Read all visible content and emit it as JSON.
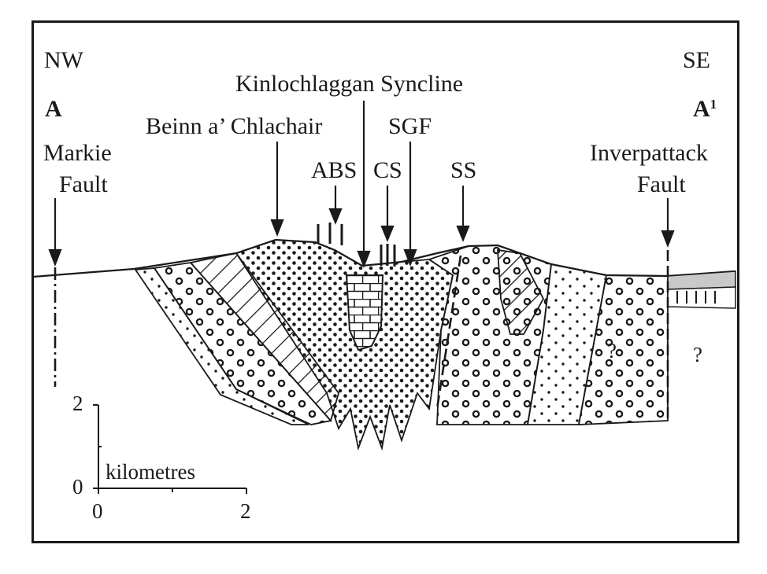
{
  "orientation": {
    "left": "NW",
    "right": "SE",
    "start_point": "A",
    "end_point": "A",
    "end_point_superscript": "1"
  },
  "features": {
    "markie_fault": [
      "Markie",
      "Fault"
    ],
    "beinn": "Beinn a’ Chlachair",
    "kinlochlaggan": "Kinlochlaggan Syncline",
    "abs": "ABS",
    "cs": "CS",
    "sgf": "SGF",
    "ss": "SS",
    "inverpattack_fault": [
      "Inverpattack",
      "Fault"
    ],
    "unknown": "?"
  },
  "scale": {
    "unit": "kilometres",
    "vertical_ticks": [
      "2",
      "0"
    ],
    "horizontal_ticks": [
      "0",
      "2"
    ]
  }
}
